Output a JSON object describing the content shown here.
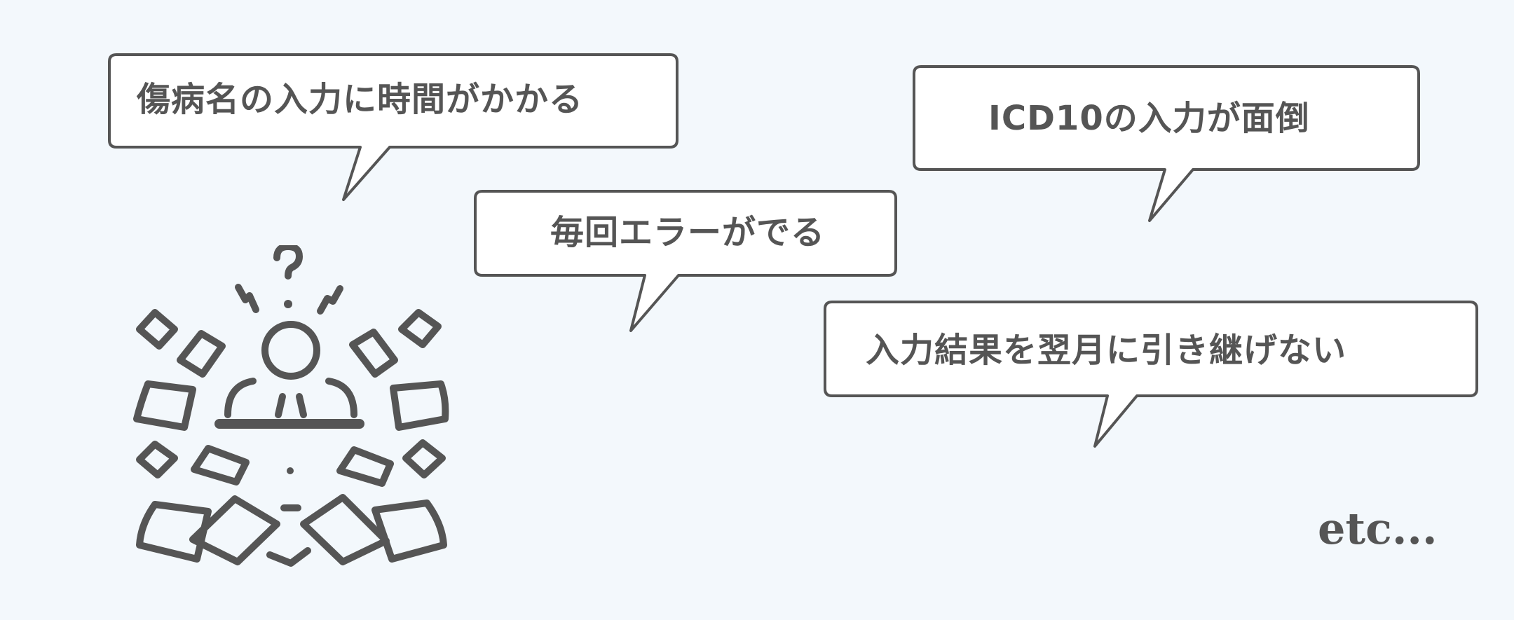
{
  "bubbles": [
    {
      "id": "b1",
      "text": "傷病名の入力に時間がかかる"
    },
    {
      "id": "b2",
      "text": "ICD10の入力が面倒"
    },
    {
      "id": "b3",
      "text": "毎回エラーがでる"
    },
    {
      "id": "b4",
      "text": "入力結果を翌月に引き継げない"
    }
  ],
  "footer": {
    "etc": "etc..."
  },
  "icons": {
    "person": "confused-person-with-flying-papers-icon",
    "question": "question-mark-icon"
  },
  "colors": {
    "background": "#f3f8fc",
    "stroke": "#555555",
    "bubble_fill": "#ffffff"
  }
}
